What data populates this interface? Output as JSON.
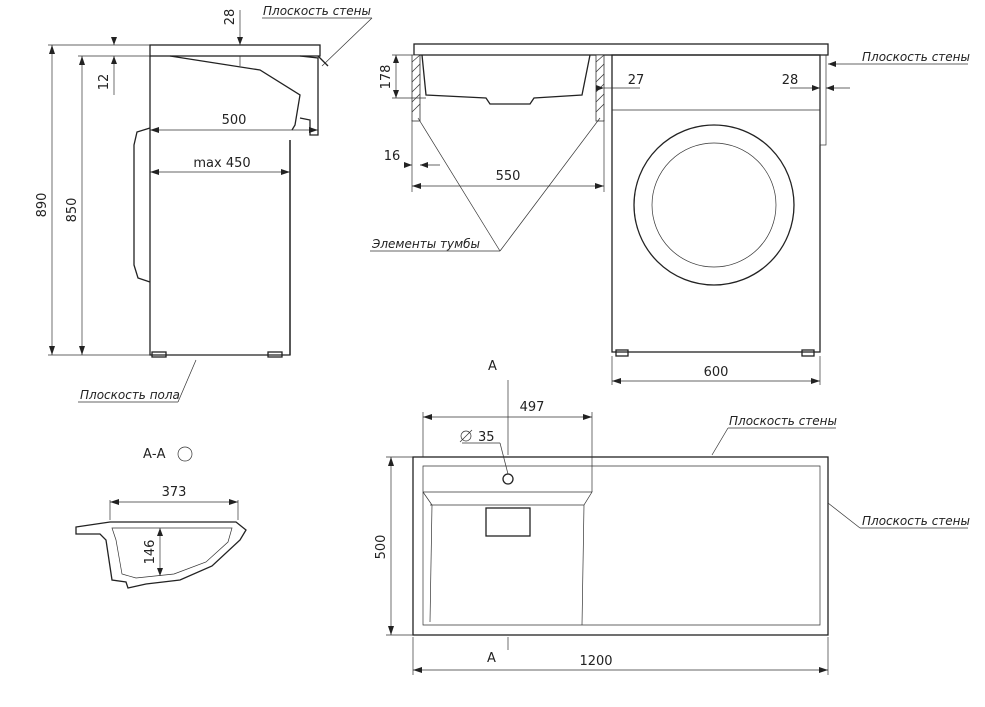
{
  "labels": {
    "wall_plane": "Плоскость стены",
    "floor_plane": "Плоскость пола",
    "cabinet_elements": "Элементы тумбы",
    "section": "А-А",
    "section_letter": "А"
  },
  "dimensions": {
    "top_thickness": "28",
    "gap_12": "12",
    "overall_height": "890",
    "machine_height": "850",
    "depth_500": "500",
    "max_450": "max 450",
    "bowl_depth": "178",
    "wall_gap_27": "27",
    "wall_gap_28": "28",
    "side_16": "16",
    "bowl_width": "550",
    "machine_width": "600",
    "bowl_length": "497",
    "hole_diameter": "35",
    "plan_depth": "500",
    "plan_length": "1200",
    "section_width": "373",
    "section_depth": "146"
  }
}
